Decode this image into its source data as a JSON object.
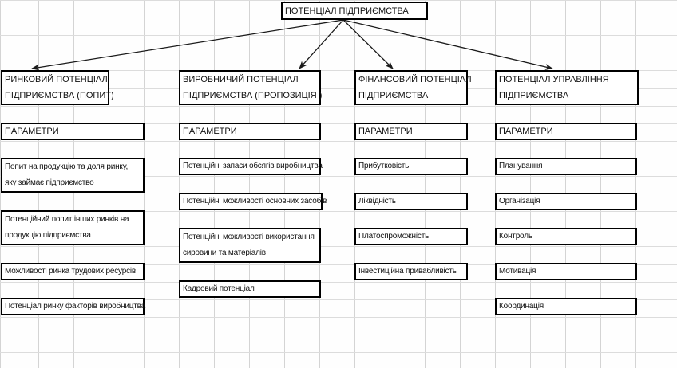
{
  "diagram": {
    "title_box": {
      "label": "ПОТЕНЦІАЛ ПІДПРИЄМСТВА"
    },
    "branches": [
      {
        "id": "market",
        "header_line1": "РИНКОВИЙ ПОТЕНЦІАЛ",
        "header_line2": "ПІДПРИЄМСТВА (ПОПИТ)",
        "parameters_label": "ПАРАМЕТРИ",
        "items": [
          {
            "line1": "Попит на продукцію та доля ринку,",
            "line2": "яку займає підприємство"
          },
          {
            "line1": "Потенційний попит інших ринків на",
            "line2": "продукцію підприємства"
          },
          {
            "line1": "Можливості ринка трудових ресурсів",
            "line2": ""
          },
          {
            "line1": "Потенціал ринку факторів виробництва",
            "line2": ""
          }
        ]
      },
      {
        "id": "production",
        "header_line1": "ВИРОБНИЧИЙ ПОТЕНЦІАЛ",
        "header_line2": "ПІДПРИЄМСТВА (ПРОПОЗИЦІЯ    )",
        "parameters_label": "ПАРАМЕТРИ",
        "items": [
          {
            "line1": "Потенційні запаси обсягів виробництва",
            "line2": ""
          },
          {
            "line1": "Потенційні можливості основних засобів",
            "line2": ""
          },
          {
            "line1": "Потенційні можливості використання",
            "line2": "сировини та матеріалів"
          },
          {
            "line1": "Кадровий потенціал",
            "line2": ""
          }
        ]
      },
      {
        "id": "financial",
        "header_line1": "ФІНАНСОВИЙ ПОТЕНЦІАЛ",
        "header_line2": "ПІДПРИЄМСТВА",
        "parameters_label": "ПАРАМЕТРИ",
        "items": [
          {
            "line1": "Прибутковість",
            "line2": ""
          },
          {
            "line1": "Ліквідність",
            "line2": ""
          },
          {
            "line1": "Платоспроможність",
            "line2": ""
          },
          {
            "line1": "Інвестиційна привабливість",
            "line2": ""
          }
        ]
      },
      {
        "id": "management",
        "header_line1": "ПОТЕНЦІАЛ УПРАВЛІННЯ",
        "header_line2": "ПІДПРИЄМСТВА",
        "parameters_label": "ПАРАМЕТРИ",
        "items": [
          {
            "line1": "Планування",
            "line2": ""
          },
          {
            "line1": "Організація",
            "line2": ""
          },
          {
            "line1": "Контроль",
            "line2": ""
          },
          {
            "line1": "Мотивація",
            "line2": ""
          },
          {
            "line1": "Координація",
            "line2": ""
          }
        ]
      }
    ]
  },
  "colors": {
    "box_border": "#000000",
    "grid_line": "#d4d4d4",
    "arrow": "#1a1a1a",
    "text": "#1a1a1a",
    "background": "#ffffff"
  }
}
